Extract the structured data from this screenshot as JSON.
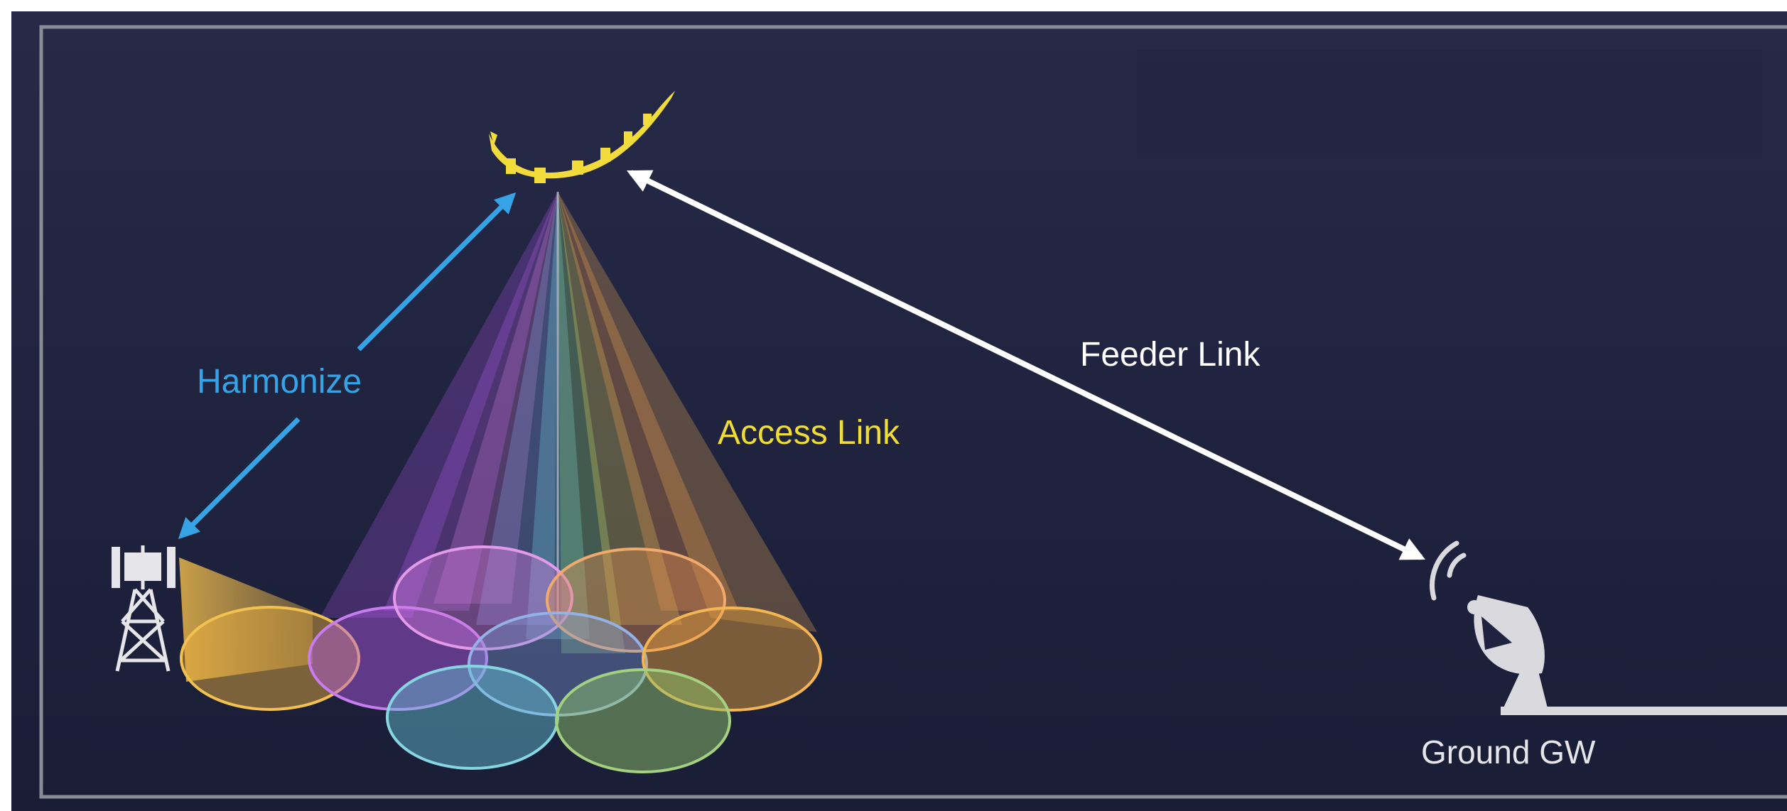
{
  "labels": {
    "harmonize": "Harmonize",
    "access_link": "Access Link",
    "feeder_link": "Feeder Link",
    "ground_gw": "Ground GW"
  },
  "colors": {
    "background": "#1f2340",
    "frame": "#8a8c95",
    "aircraft": "#f2dc3c",
    "harmonize": "#36a3e6",
    "access_link": "#f0dc37",
    "feeder_link": "#ffffff",
    "ground_gw_text": "#e6e6ea",
    "tower": "#e5e5ea",
    "tower_beam": "#e8b64a",
    "dish": "#d9d9de",
    "cell_yellow": "#f2b33f",
    "cell_violet": "#b35be8",
    "cell_pink": "#d77ee0",
    "cell_orange": "#e9924f",
    "cell_blue": "#7e9bd8",
    "cell_cyan": "#67c6d6",
    "cell_green": "#8cc06a"
  },
  "icons": {
    "aircraft": "aircraft-icon",
    "tower": "cell-tower-icon",
    "dish": "satellite-dish-icon"
  }
}
